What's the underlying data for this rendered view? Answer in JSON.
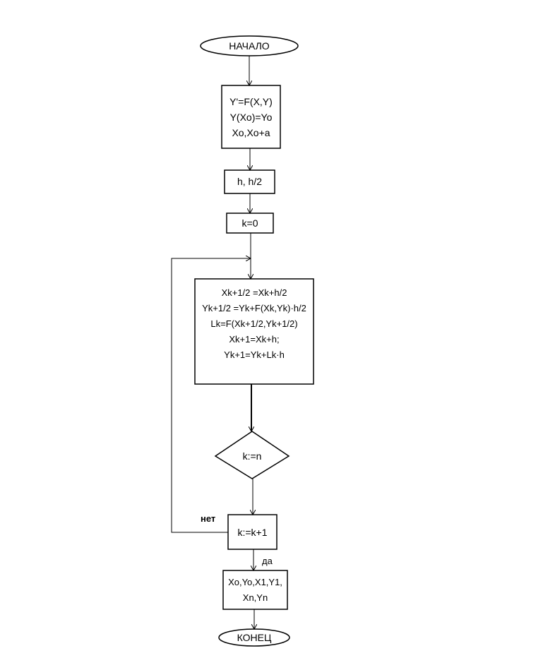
{
  "start": {
    "text": "НАЧАЛО"
  },
  "init": {
    "lines": [
      "Y'=F(X,Y)",
      "Y(Xo)=Yo",
      "Xo,Xo+a"
    ]
  },
  "step": {
    "text": "h, h/2"
  },
  "counter_init": {
    "text": "k=0"
  },
  "compute": {
    "lines": [
      "Xk+1/2 =Xk+h/2",
      "Yk+1/2 =Yk+F(Xk,Yk)·h/2",
      "Lk=F(Xk+1/2,Yk+1/2)",
      "Xk+1=Xk+h;",
      "Yk+1=Yk+Lk·h"
    ]
  },
  "decision": {
    "text": "k:=n",
    "no_label": "нет",
    "yes_label": "да"
  },
  "increment": {
    "text": "k:=k+1"
  },
  "output": {
    "lines": [
      "Xo,Yo,X1,Y1,",
      "Xn,Yn"
    ]
  },
  "end": {
    "text": "КОНЕЦ"
  }
}
